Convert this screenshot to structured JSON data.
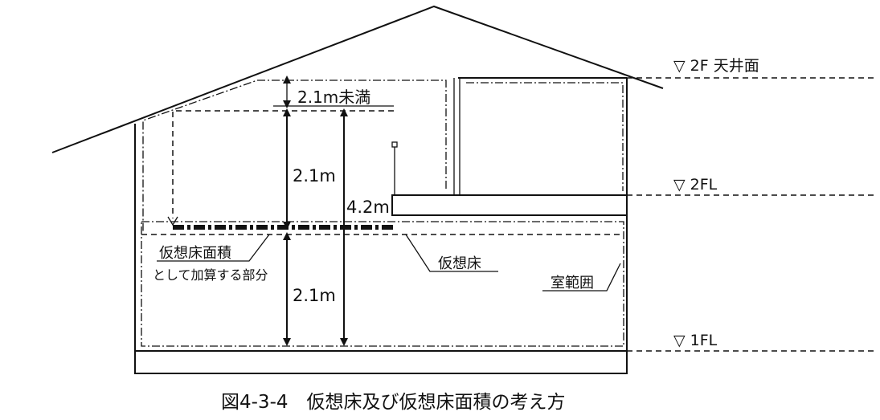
{
  "levels": {
    "ceiling_2f": "▽ 2F 天井面",
    "floor_2f": "▽ 2FL",
    "floor_1f": "▽ 1FL"
  },
  "dimensions": {
    "under": "2.1m未満",
    "upper": "2.1m",
    "lower": "2.1m",
    "total": "4.2m"
  },
  "labels": {
    "virtual_floor_area_1": "仮想床面積",
    "virtual_floor_area_2": "として加算する部分",
    "virtual_floor": "仮想床",
    "room_range": "室範囲"
  },
  "caption": "図4-3-4　仮想床及び仮想床面積の考え方"
}
